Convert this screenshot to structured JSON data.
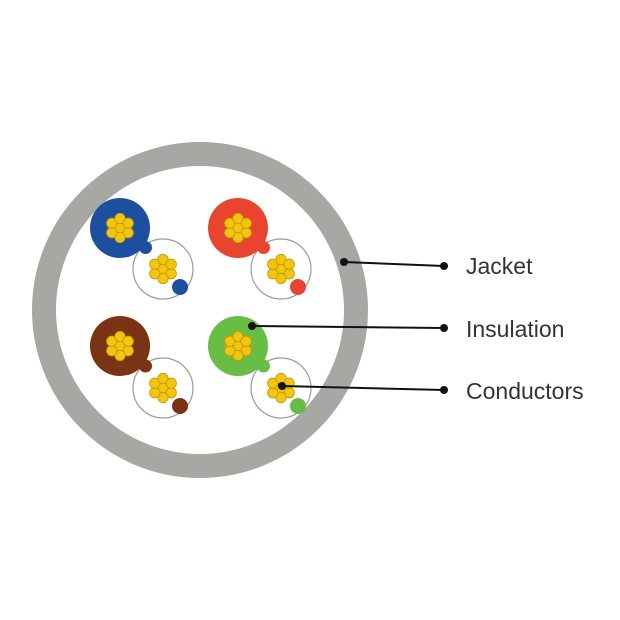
{
  "labels": {
    "jacket": "Jacket",
    "insulation": "Insulation",
    "conductors": "Conductors"
  },
  "colors": {
    "background": "#ffffff",
    "jacket": "#a6a8a4",
    "jacket_inner": "#ffffff",
    "blue": "#1c4f9e",
    "red": "#e8442e",
    "brown": "#7a3414",
    "green": "#69bd45",
    "conductor_strand": "#f2c511",
    "strand_outline": "#c79700",
    "white_pair_outline": "#9a9a9a"
  },
  "pairs": [
    {
      "name": "blue-pair",
      "color_key": "blue"
    },
    {
      "name": "orange-pair",
      "color_key": "red"
    },
    {
      "name": "brown-pair",
      "color_key": "brown"
    },
    {
      "name": "green-pair",
      "color_key": "green"
    }
  ]
}
